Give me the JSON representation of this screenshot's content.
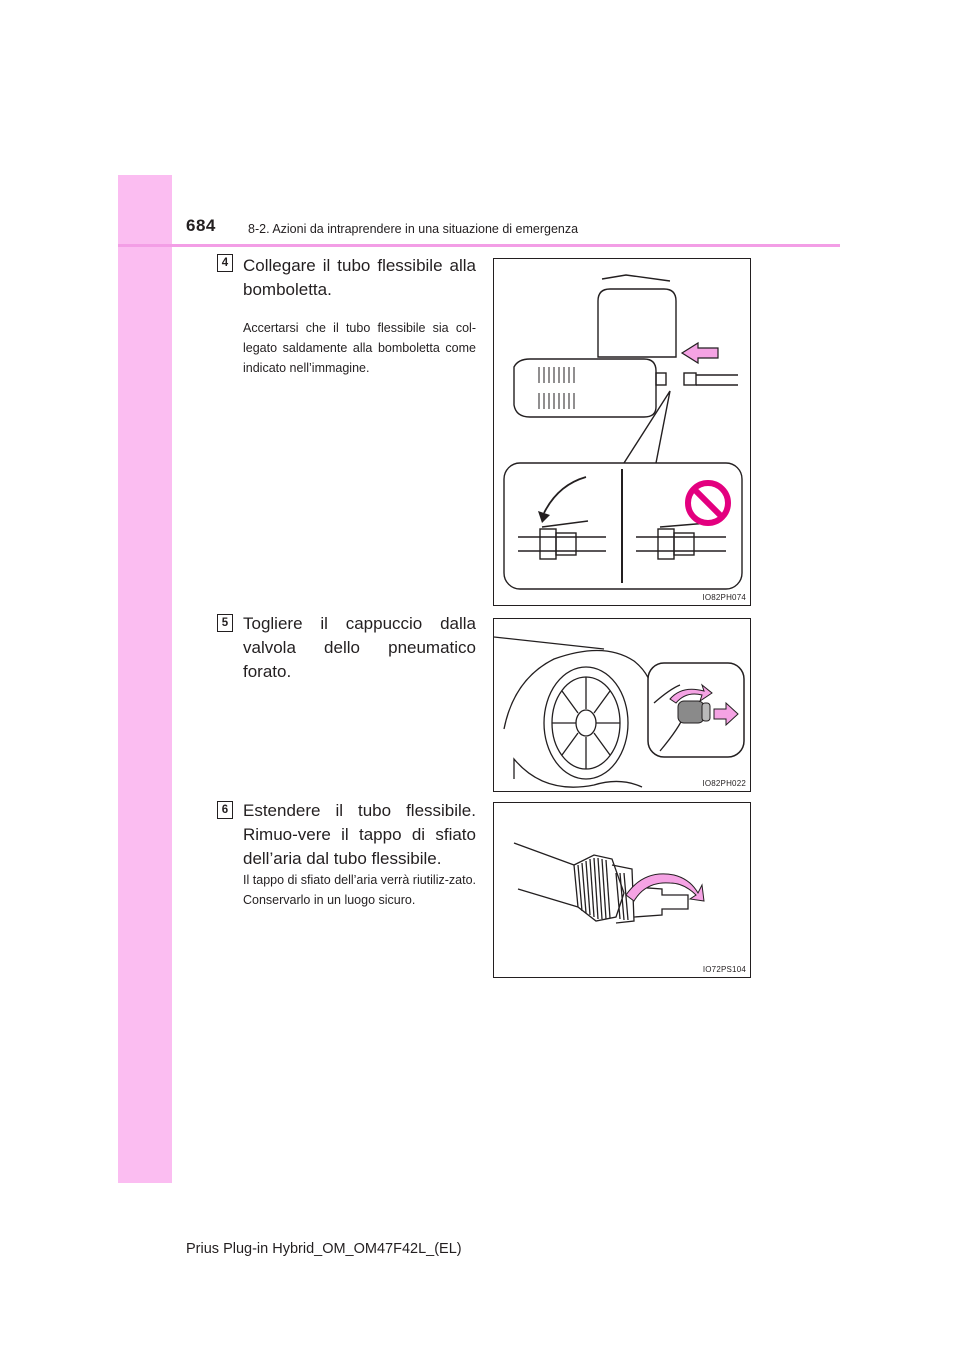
{
  "header": {
    "page_number": "684",
    "section_title": "8-2. Azioni da intraprendere in una situazione di emergenza",
    "accent_color": "#fbbdf1"
  },
  "steps": [
    {
      "number": "4",
      "text": "Collegare il tubo flessibile alla bomboletta.",
      "note": "Accertarsi che il tubo flessibile sia col-legato saldamente alla bomboletta come indicato nell’immagine.",
      "figure_code": "IO82PH074"
    },
    {
      "number": "5",
      "text": "Togliere il cappuccio dalla valvola dello pneumatico forato.",
      "figure_code": "IO82PH022"
    },
    {
      "number": "6",
      "text": "Estendere il tubo flessibile. Rimuo-vere il tappo di sfiato dell’aria dal tubo flessibile.",
      "note": "Il tappo di sfiato dell’aria verrà riutiliz-zato. Conservarlo in un luogo sicuro.",
      "figure_code": "IO72PS104"
    }
  ],
  "footer": {
    "model": "Prius Plug-in Hybrid_OM_OM47F42L_(EL)"
  }
}
